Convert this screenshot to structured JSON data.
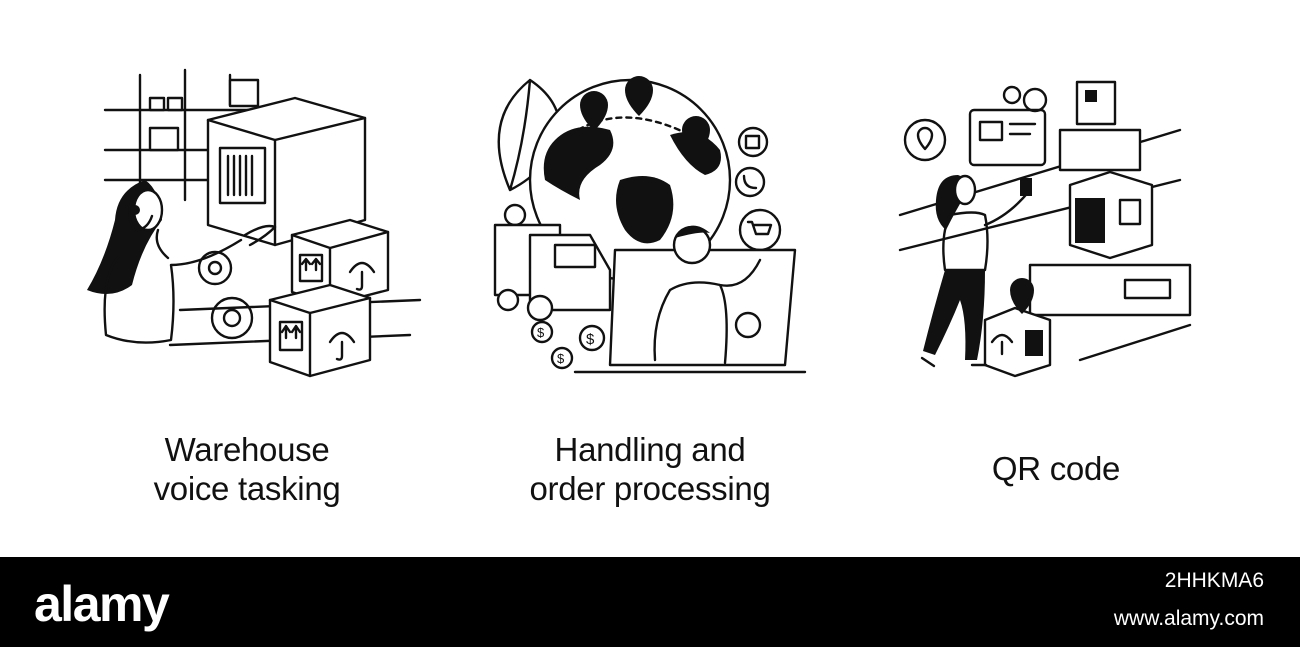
{
  "panels": [
    {
      "caption_line1": "Warehouse",
      "caption_line2": "voice tasking"
    },
    {
      "caption_line1": "Handling and",
      "caption_line2": "order processing"
    },
    {
      "caption_line1": "QR code",
      "caption_line2": ""
    }
  ],
  "footer": {
    "brand": "alamy",
    "image_id": "2HHKMA6",
    "site": "www.alamy.com"
  }
}
